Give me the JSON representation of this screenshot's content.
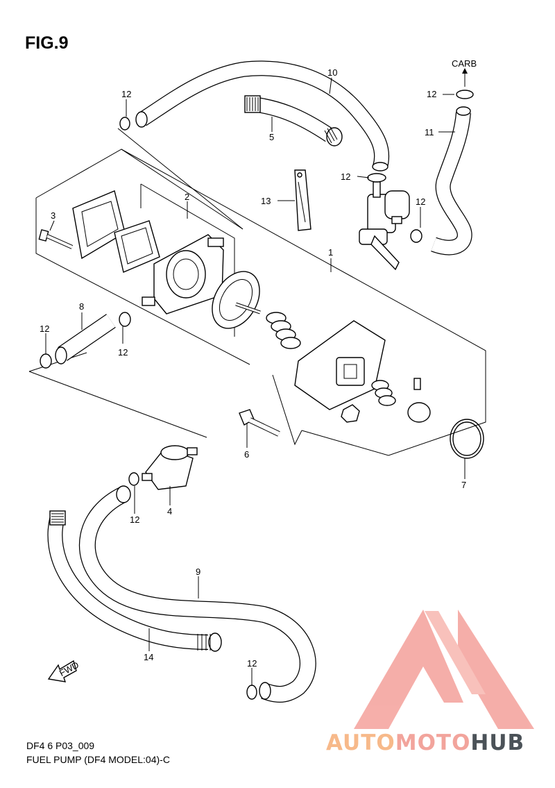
{
  "figure": {
    "title": "FIG.9",
    "code": "DF4 6 P03_009",
    "caption": "FUEL PUMP (DF4 MODEL:04)-C"
  },
  "labels": {
    "carb": "CARB",
    "fwd": "FWD"
  },
  "parts": {
    "p1": "1",
    "p2": "2",
    "p3": "3",
    "p4": "4",
    "p5": "5",
    "p6": "6",
    "p7": "7",
    "p8": "8",
    "p9": "9",
    "p10": "10",
    "p11": "11",
    "p12": "12",
    "p13": "13",
    "p14": "14"
  },
  "watermark": {
    "part1": "AUTO",
    "part2": "MOTO",
    "part3": "HUB",
    "colors": {
      "orange": "#f7b98a",
      "red": "#f2a49c",
      "dark": "#4b5258"
    }
  }
}
